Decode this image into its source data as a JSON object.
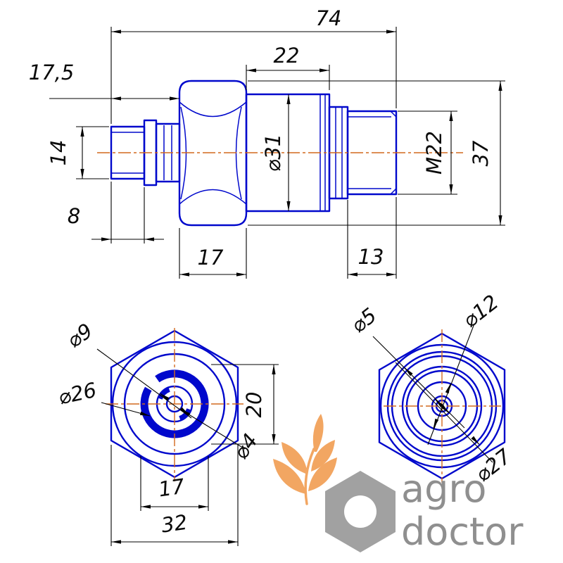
{
  "colors": {
    "part": "#0008cc",
    "dim": "#000000",
    "centerline": "#d2691e",
    "logo_wheat": "#f2a662",
    "logo_nut": "#a1a1a1",
    "logo_text": "#8f8f8f"
  },
  "side_view": {
    "overall_length": "74",
    "body_length": "22",
    "left_offset": "17,5",
    "stub_diameter": "14",
    "stub_length": "8",
    "hex_length": "17",
    "thread_length": "13",
    "body_diameter": "⌀31",
    "thread_size": "M22",
    "overall_height": "37"
  },
  "left_view": {
    "bore_diameter": "⌀9",
    "slot_circle_diameter": "⌀26",
    "slot_height": "20",
    "pin_diameter": "⌀4",
    "slot_span": "17",
    "across_flats": "32"
  },
  "right_view": {
    "small_bore": "⌀5",
    "mid_bore": "⌀12",
    "outer_diameter": "⌀27"
  },
  "logo": {
    "line1": "agro",
    "line2": "doctor"
  }
}
